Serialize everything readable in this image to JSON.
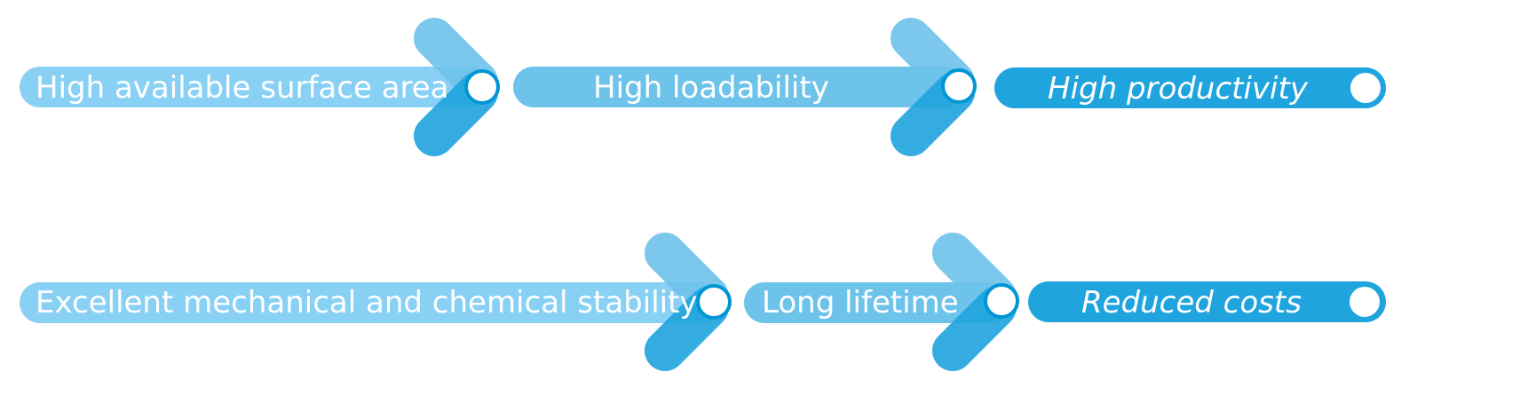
{
  "rows": [
    {
      "steps": [
        {
          "label": "High available surface area"
        },
        {
          "label": "High loadability"
        },
        {
          "label": "High productivity"
        }
      ]
    },
    {
      "steps": [
        {
          "label": "Excellent mechanical and chemical stability"
        },
        {
          "label": "Long lifetime"
        },
        {
          "label": "Reduced costs"
        }
      ]
    }
  ],
  "colors": {
    "bar_light": "#89d0f5",
    "bar_mid": "#6ec3ea",
    "bar_dark": "#1fa4de",
    "arm_upper": "#6ec3ea",
    "arm_lower": "#1fa4de",
    "ring": "#0095d4"
  }
}
